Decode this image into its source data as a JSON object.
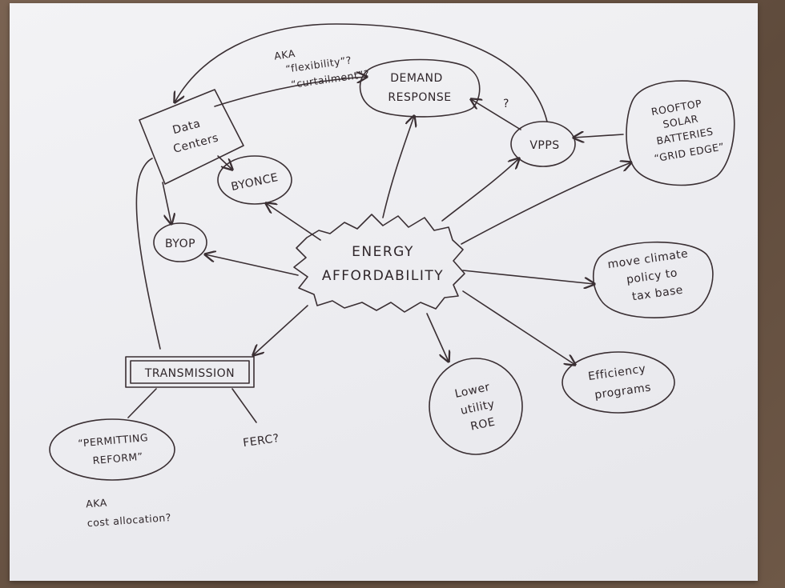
{
  "nodes": {
    "energy_affordability": [
      "ENERGY",
      "AFFORDABILITY"
    ],
    "data_centers": [
      "Data",
      "Centers"
    ],
    "demand_response": [
      "DEMAND",
      "RESPONSE"
    ],
    "vpps": "VPPS",
    "rooftop_solar": [
      "ROOFTOP",
      "SOLAR",
      "BATTERIES",
      "“GRID EDGE”"
    ],
    "byonce": "BYONCE",
    "byop": "BYOP",
    "move_climate_policy": [
      "move climate",
      "policy to",
      "tax base"
    ],
    "efficiency_programs": [
      "Efficiency",
      "programs"
    ],
    "lower_utility_roe": [
      "Lower",
      "utility",
      "ROE"
    ],
    "transmission": "TRANSMISSION",
    "permitting_reform": [
      "“PERMITTING",
      "REFORM”"
    ],
    "ferc": "FERC?"
  },
  "annotations": {
    "aka_flexibility": [
      "AKA",
      "“flexibility”?",
      "“curtailment”?"
    ],
    "question_mark": "?",
    "aka_cost_allocation": [
      "AKA",
      "cost allocation?"
    ]
  }
}
